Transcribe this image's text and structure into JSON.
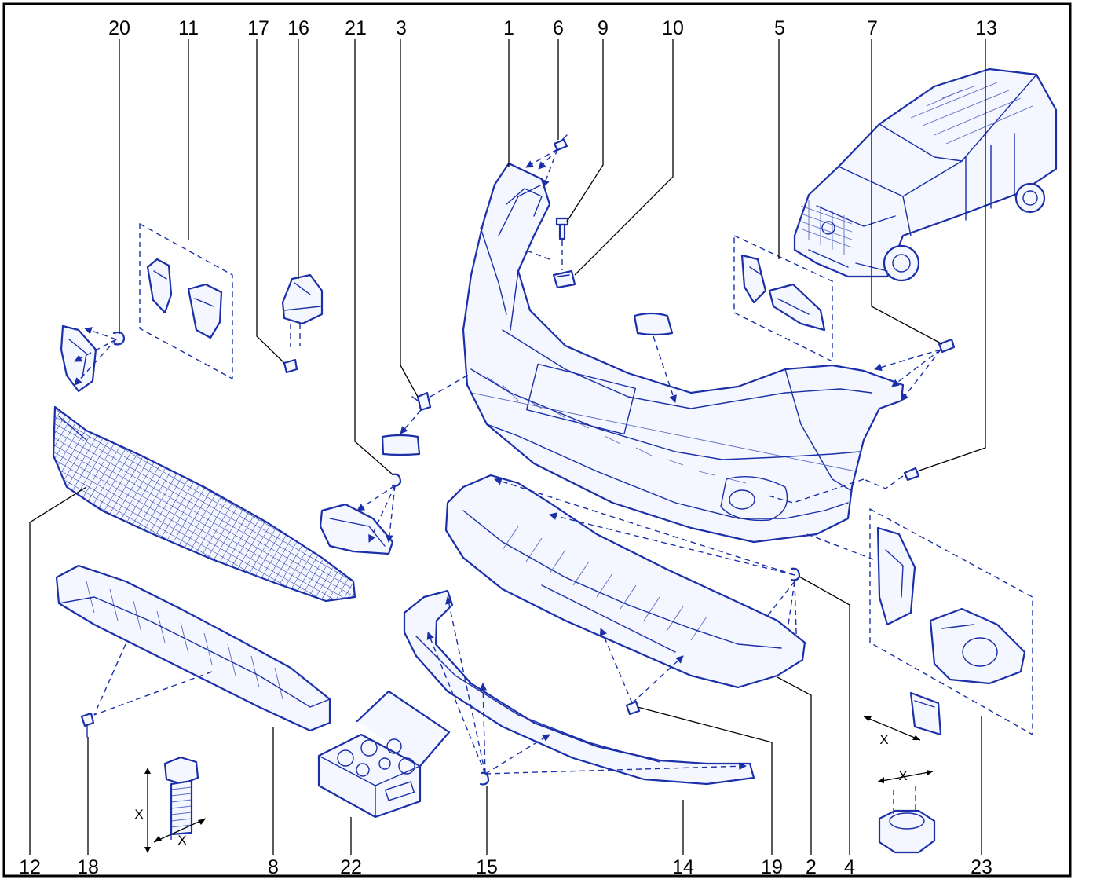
{
  "callouts": {
    "top": [
      "20",
      "11",
      "17",
      "16",
      "21",
      "3",
      "1",
      "6",
      "9",
      "10",
      "5",
      "7",
      "13"
    ],
    "bottom": [
      "12",
      "18",
      "8",
      "22",
      "15",
      "14",
      "19",
      "2",
      "4",
      "23"
    ]
  },
  "dimension_labels": [
    "X",
    "X",
    "X",
    "X"
  ],
  "colors": {
    "line": "#1a2fa8",
    "text": "#000000",
    "background": "#ffffff"
  }
}
